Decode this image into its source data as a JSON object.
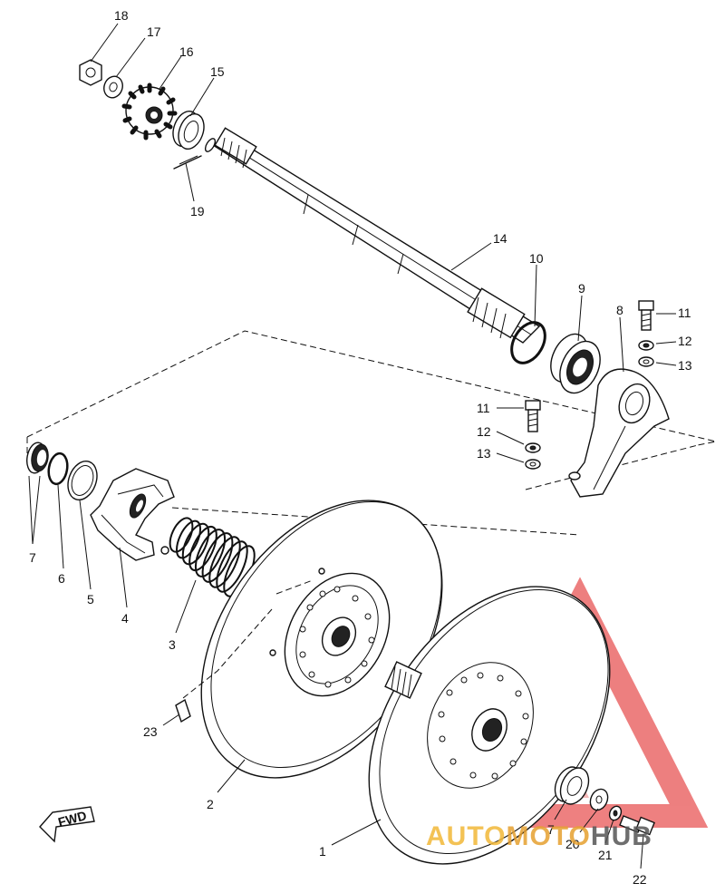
{
  "labels": {
    "p1": "1",
    "p2": "2",
    "p3": "3",
    "p4": "4",
    "p5": "5",
    "p6": "6",
    "p7a": "7",
    "p7b": "7",
    "p8": "8",
    "p9": "9",
    "p10": "10",
    "p11a": "11",
    "p11b": "11",
    "p12a": "12",
    "p12b": "12",
    "p13a": "13",
    "p13b": "13",
    "p14": "14",
    "p15": "15",
    "p16": "16",
    "p17": "17",
    "p18": "18",
    "p19": "19",
    "p20": "20",
    "p21": "21",
    "p22": "22",
    "p23": "23"
  },
  "fwd_badge": "FWD",
  "watermark": {
    "auto": "AUTO",
    "moto": "MOTO",
    "hub": "HUB",
    "colors": {
      "auto": "#f2b838",
      "moto": "#e6a030",
      "hub": "#555555",
      "triangle": "#e85555"
    }
  }
}
